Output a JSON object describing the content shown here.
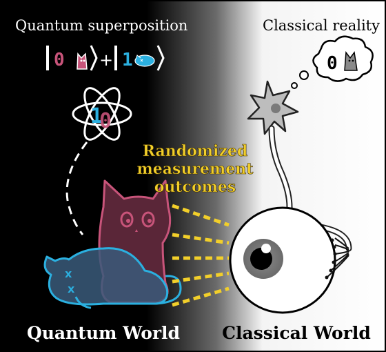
{
  "header": {
    "left_title": "Quantum superposition",
    "right_title": "Classical reality"
  },
  "ket": {
    "state_zero": "0",
    "plus": "+",
    "state_one": "1"
  },
  "atom": {
    "digit_one": "1",
    "digit_zero": "0"
  },
  "thought": {
    "digit": "0"
  },
  "measurement_label": {
    "line1": "Randomized",
    "line2": "measurement",
    "line3": "outcomes"
  },
  "dead_cat_marks": {
    "mark": "x"
  },
  "footer": {
    "left": "Quantum World",
    "right": "Classical World"
  },
  "colors": {
    "quantum_bg": "#000000",
    "classical_bg": "#ffffff",
    "pink": "#c8547a",
    "blue": "#2bb0e0",
    "yellow": "#f2cf2a",
    "neuron_gray": "#bdbdbd"
  }
}
